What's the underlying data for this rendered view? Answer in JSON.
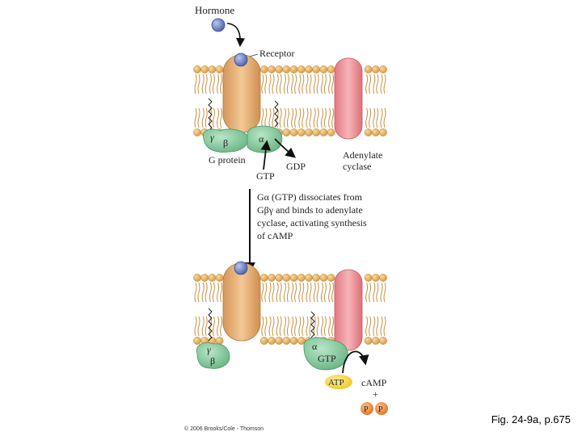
{
  "labels": {
    "hormone": "Hormone",
    "receptor": "Receptor",
    "g_protein": "G protein",
    "gamma": "γ",
    "beta": "β",
    "alpha": "α",
    "gtp": "GTP",
    "gdp": "GDP",
    "adenylate_line1": "Adenylate",
    "adenylate_line2": "cyclase",
    "atp": "ATP",
    "camp": "cAMP",
    "plus": "+",
    "p": "P"
  },
  "step_text": {
    "line1": "Gα (GTP) dissociates from",
    "line2": "Gβγ and binds to adenylate",
    "line3": "cyclase, activating synthesis",
    "line4": "of cAMP"
  },
  "caption": "Fig. 24-9a, p.675",
  "copyright": "© 2006 Brooks/Cole - Thomson",
  "colors": {
    "lipid_head": "#e8b56a",
    "lipid_tail": "#c98f3f",
    "receptor": "#e5b07a",
    "cyclase": "#ec9aa0",
    "gprotein": "#7fc99a",
    "hormone": "#6f86c6",
    "atp": "#f5d233",
    "phosphate": "#f08a3a"
  }
}
